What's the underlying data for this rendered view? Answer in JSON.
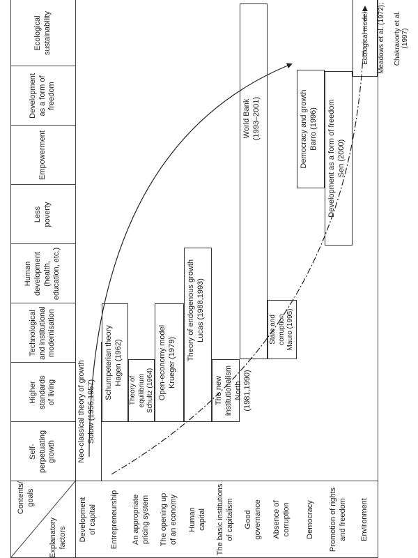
{
  "header": {
    "contents_goals": "Contents/\ngoals",
    "explanatory_factors": "Explanatory\nfactors"
  },
  "goals": [
    "Self-\nperpetuating\ngrowth",
    "Higher\nstandards\nof living",
    "Technological\nand institutional\nmodernisation",
    "Human\ndevelopment\n(health,\neducation, etc.)",
    "Less\npoverty",
    "Empowerment",
    "Development\nas a form of\nfreedom",
    "Ecological\nsustainability"
  ],
  "factors": [
    "Development\nof capital",
    "Entrepreneurship",
    "An appropriate\npricing system",
    "The opening up\nof an economy",
    "Human\ncapital",
    "The basic institutions\nof capitalism",
    "Good\ngovernance",
    "Absence of\ncorruption",
    "Democracy",
    "Promotion of rights\nand freedom",
    "Environment"
  ],
  "theories": {
    "solow": "Neo-classical theory of growth\nSolow (1956,1957)",
    "hagen": "Schumpeterian theory\nHagen (1962)",
    "schultz": "Theory of\nequilibrium\nSchultz (1964)",
    "krueger": "Open-economy model\nKrueger (1979)",
    "lucas": "Theory of endogenous growth\nLucas (1988,1993)",
    "north": "The new institutionalism\nNorth (1981,1990)",
    "worldbank": "World Bank\n(1993–2001)",
    "mauro": "State and\ncorruption\nMauro (1995)",
    "barro": "Democracy and growth\nBarro (1996)",
    "sen": "Development as a form of freedom\nSen (2000)",
    "meadows_a": "Ecological model",
    "meadows_b": "Meadows et al. (1972);",
    "meadows_c": "Chakravorty et al. (1997)"
  }
}
